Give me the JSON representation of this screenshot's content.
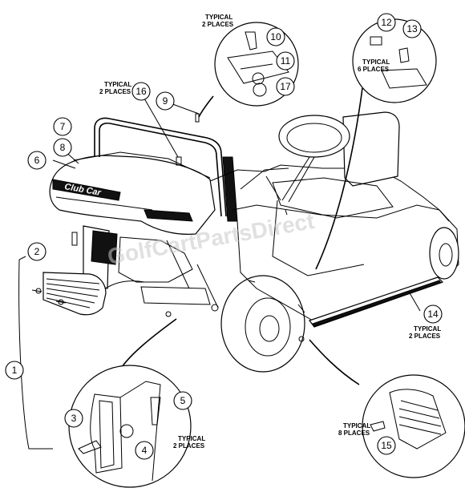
{
  "diagram": {
    "watermark": "GolfCartPartsDirect",
    "brand_decal": "Club Car",
    "callouts": [
      "1",
      "2",
      "3",
      "4",
      "5",
      "6",
      "7",
      "8",
      "9",
      "10",
      "11",
      "12",
      "13",
      "14",
      "15",
      "16",
      "17"
    ],
    "notes": {
      "n10": [
        "TYPICAL",
        "2 PLACES"
      ],
      "n16": [
        "TYPICAL",
        "2 PLACES"
      ],
      "n12": [
        "TYPICAL",
        "6 PLACES"
      ],
      "n14": [
        "TYPICAL",
        "2 PLACES"
      ],
      "n5": [
        "TYPICAL",
        "2 PLACES"
      ],
      "n15": [
        "TYPICAL",
        "8 PLACES"
      ]
    }
  }
}
